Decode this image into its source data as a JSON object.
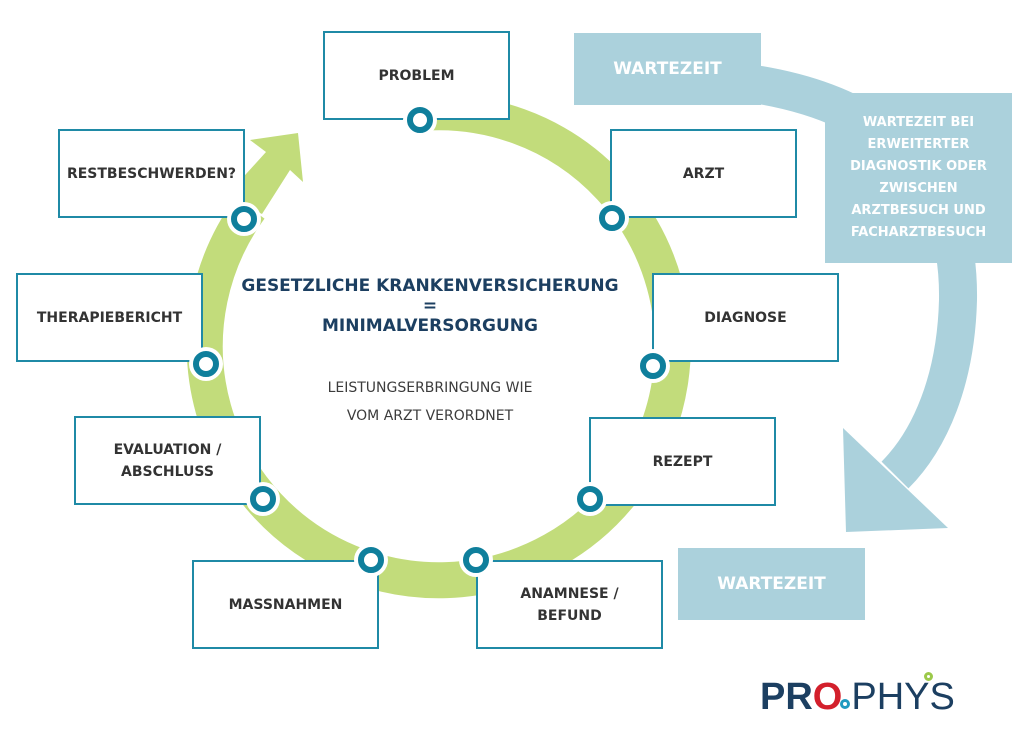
{
  "colors": {
    "ring": "#c2dc7b",
    "node": "#0f7f9c",
    "box_border": "#1f8aa6",
    "wait_fill": "#abd1dc",
    "title": "#1c3f61",
    "logo_red": "#d3202c",
    "logo_blue_dot": "#1f9ac0",
    "logo_green_dot": "#9cc94a"
  },
  "center": {
    "title_line1": "GESETZLICHE KRANKENVERSICHERUNG",
    "title_line2": "=",
    "title_line3": "MINIMALVERSORGUNG",
    "sub_line1": "LEISTUNGSERBRINGUNG WIE",
    "sub_line2": "VOM ARZT VERORDNET"
  },
  "steps": [
    {
      "label": "PROBLEM"
    },
    {
      "label": "ARZT"
    },
    {
      "label": "DIAGNOSE"
    },
    {
      "label": "REZEPT"
    },
    {
      "label": "ANAMNESE /",
      "label2": "BEFUND"
    },
    {
      "label": "MASSNAHMEN"
    },
    {
      "label": "EVALUATION /",
      "label2": "ABSCHLUSS"
    },
    {
      "label": "THERAPIEBERICHT"
    },
    {
      "label": "RESTBESCHWERDEN?"
    }
  ],
  "waiting": {
    "top": "WARTEZEIT",
    "bottom": "WARTEZEIT",
    "detail": [
      "WARTEZEIT BEI",
      "ERWEITERTER",
      "DIAGNOSTIK ODER",
      "ZWISCHEN",
      "ARZTBESUCH UND",
      "FACHARZTBESUCH"
    ]
  },
  "logo": {
    "part1": "PR",
    "part2": "O",
    "part3": "PHY",
    "part4": "S"
  }
}
